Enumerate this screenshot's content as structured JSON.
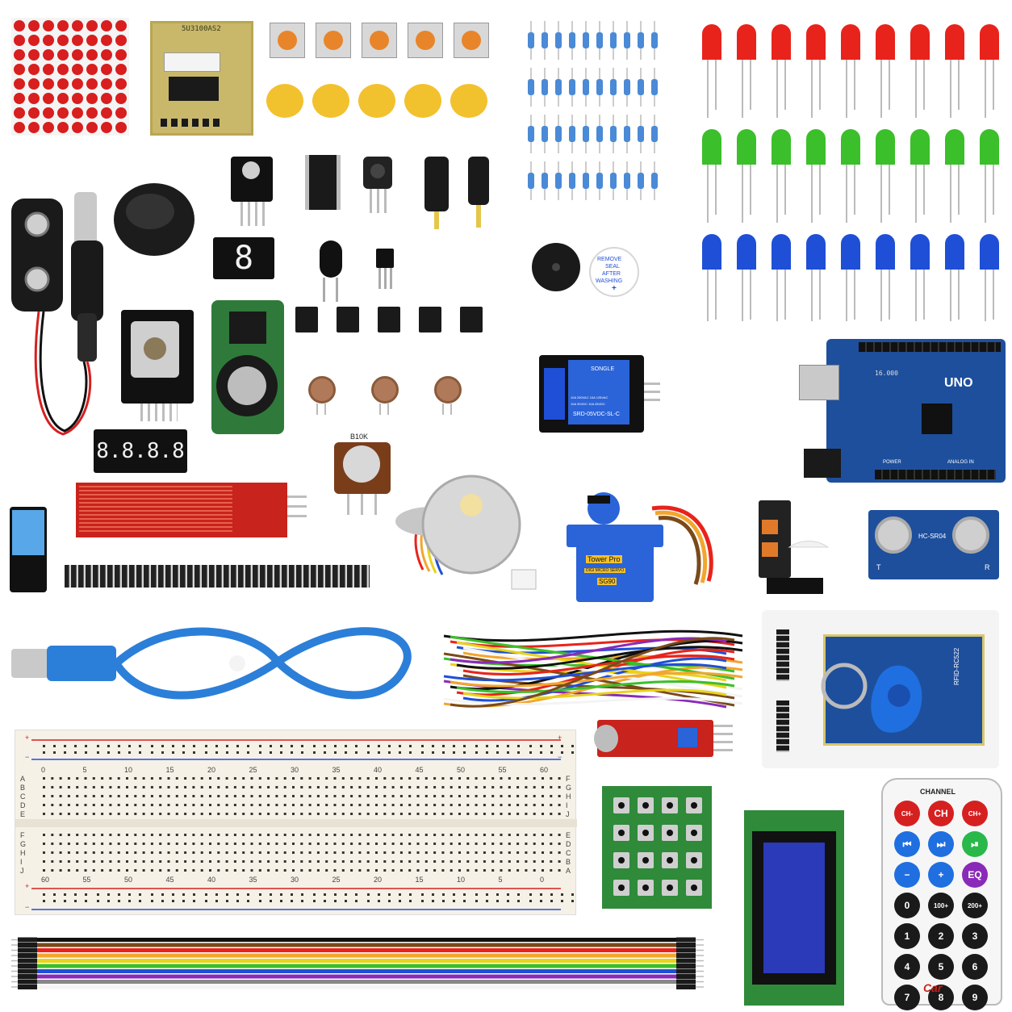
{
  "components": {
    "driver_board": {
      "chip_text": "5U3100AS2"
    },
    "seven_segment_single": {
      "digit": "8"
    },
    "seven_segment_quad": {
      "digits": "8.8.8.8"
    },
    "buzzer_sticker": {
      "line1": "REMOVE",
      "line2": "SEAL",
      "line3": "AFTER",
      "line4": "WASHING",
      "mark": "+"
    },
    "relay": {
      "brand": "SONGLE",
      "line1": "10A 250VAC 10A 125VAC",
      "line2": "10A 30VDC 10A 28VDC",
      "model": "SRD-05VDC-SL-C"
    },
    "arduino": {
      "model": "UNO",
      "crystal": "16.000",
      "label_power": "POWER",
      "label_analog": "ANALOG IN"
    },
    "potentiometer": {
      "value": "B10K"
    },
    "servo": {
      "brand": "Tower Pro",
      "model": "SG90",
      "sub": "DIGI MICRO SERVO"
    },
    "ultrasonic": {
      "model": "HC-SR04",
      "t": "T",
      "r": "R"
    },
    "rfid": {
      "model": "RFID-RC522"
    },
    "remote": {
      "header": "CHANNEL",
      "buttons": [
        "CH-",
        "CH",
        "CH+",
        "⏮",
        "⏭",
        "⏯",
        "−",
        "+",
        "EQ",
        "0",
        "100+",
        "200+",
        "1",
        "2",
        "3",
        "4",
        "5",
        "6",
        "7",
        "8",
        "9"
      ],
      "brand": "Car"
    },
    "breadboard": {
      "numbers_top": [
        "0",
        "5",
        "10",
        "15",
        "20",
        "25",
        "30",
        "35",
        "40",
        "45",
        "50",
        "55",
        "60"
      ],
      "numbers_bottom": [
        "60",
        "55",
        "50",
        "45",
        "40",
        "35",
        "30",
        "25",
        "20",
        "15",
        "10",
        "5",
        "0"
      ],
      "rows_left_top": [
        "A",
        "B",
        "C",
        "D",
        "E"
      ],
      "rows_left_bottom": [
        "F",
        "G",
        "H",
        "I",
        "J"
      ],
      "rows_right_top": [
        "F",
        "G",
        "H",
        "I",
        "J"
      ],
      "rows_right_bottom": [
        "E",
        "D",
        "C",
        "B",
        "A"
      ],
      "plus": "+",
      "minus": "−"
    }
  },
  "colors": {
    "led_red": "#e8231c",
    "led_green": "#3bbf2a",
    "led_blue": "#1f4fd6",
    "button_cap": "#f2c12e",
    "pcb_blue": "#1e4f9c",
    "pcb_red": "#c8231c",
    "pcb_green": "#2f7a3a",
    "cable_blue": "#2b7fd8"
  }
}
